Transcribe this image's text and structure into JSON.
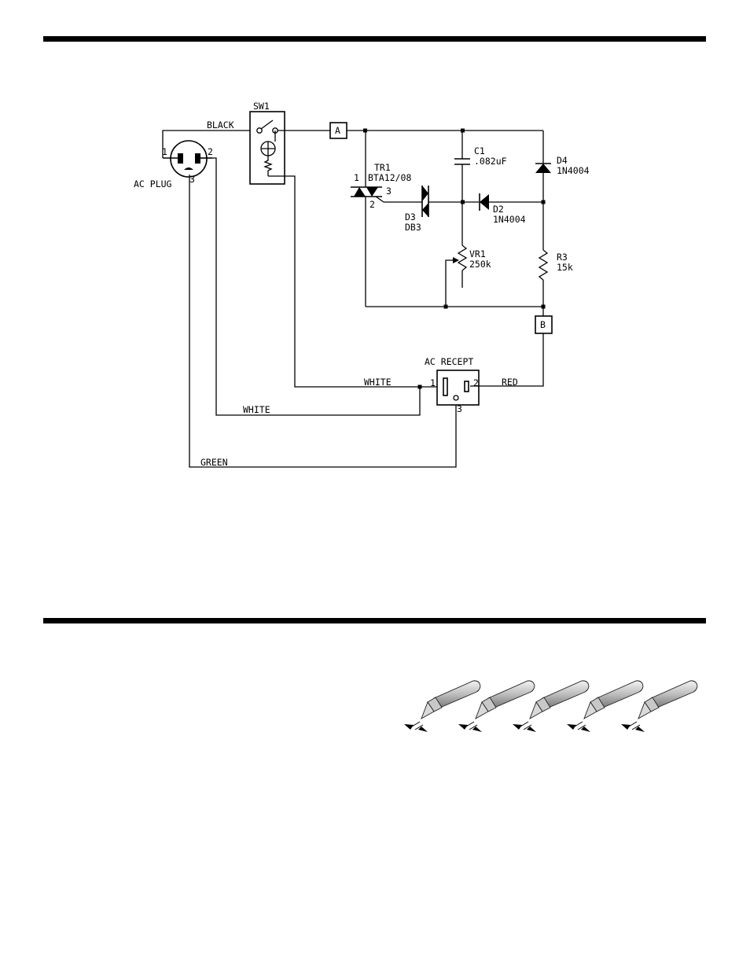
{
  "schematic": {
    "labels": {
      "sw1": "SW1",
      "black": "BLACK",
      "terminal_a": "A",
      "terminal_b": "B",
      "c1_name": "C1",
      "c1_value": ".082uF",
      "d4_name": "D4",
      "d4_part": "1N4004",
      "tr1_name": "TR1",
      "tr1_part": "BTA12/08",
      "tr1_pin1": "1",
      "tr1_pin2": "2",
      "tr1_pin3": "3",
      "d3_name": "D3",
      "d3_part": "DB3",
      "d2_name": "D2",
      "d2_part": "1N4004",
      "vr1_name": "VR1",
      "vr1_value": "250k",
      "r3_name": "R3",
      "r3_value": "15k",
      "ac_plug": "AC PLUG",
      "plug_pin1": "1",
      "plug_pin2": "2",
      "plug_pin3": "3",
      "ac_recept": "AC RECEPT",
      "recept_pin1": "1",
      "recept_pin2": "2",
      "recept_pin3": "3",
      "white_upper": "WHITE",
      "white_lower": "WHITE",
      "red": "RED",
      "green": "GREEN"
    }
  },
  "tips": {
    "count": 5
  }
}
